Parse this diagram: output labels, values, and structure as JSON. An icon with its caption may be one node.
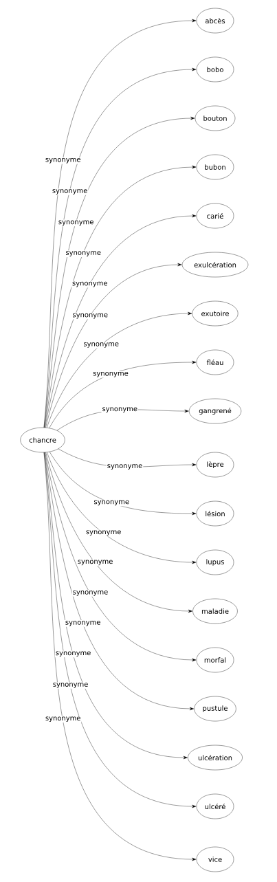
{
  "diagram": {
    "nodes": [
      {
        "text": [
          "chancre"
        ]
      },
      {
        "text": [
          "abcès"
        ]
      },
      {
        "text": [
          "bobo"
        ]
      },
      {
        "text": [
          "bouton"
        ]
      },
      {
        "text": [
          "bubon"
        ]
      },
      {
        "text": [
          "carié"
        ]
      },
      {
        "text": [
          "exulcération"
        ]
      },
      {
        "text": [
          "exutoire"
        ]
      },
      {
        "text": [
          "fléau"
        ]
      },
      {
        "text": [
          "gangrené"
        ]
      },
      {
        "text": [
          "lèpre"
        ]
      },
      {
        "text": [
          "lésion"
        ]
      },
      {
        "text": [
          "lupus"
        ]
      },
      {
        "text": [
          "maladie"
        ]
      },
      {
        "text": [
          "morfal"
        ]
      },
      {
        "text": [
          "pustule"
        ]
      },
      {
        "text": [
          "ulcération"
        ]
      },
      {
        "text": [
          "ulcéré"
        ]
      },
      {
        "text": [
          "vice"
        ]
      }
    ],
    "edges": [
      {
        "from": 0,
        "to": 1,
        "arrow": "to",
        "label": "synonyme"
      },
      {
        "from": 0,
        "to": 2,
        "arrow": "to",
        "label": "synonyme"
      },
      {
        "from": 0,
        "to": 3,
        "arrow": "to",
        "label": "synonyme"
      },
      {
        "from": 0,
        "to": 4,
        "arrow": "to",
        "label": "synonyme"
      },
      {
        "from": 0,
        "to": 5,
        "arrow": "to",
        "label": "synonyme"
      },
      {
        "from": 0,
        "to": 6,
        "arrow": "to",
        "label": "synonyme"
      },
      {
        "from": 0,
        "to": 7,
        "arrow": "to",
        "label": "synonyme"
      },
      {
        "from": 0,
        "to": 8,
        "arrow": "to",
        "label": "synonyme"
      },
      {
        "from": 0,
        "to": 9,
        "arrow": "to",
        "label": "synonyme"
      },
      {
        "from": 0,
        "to": 10,
        "arrow": "to",
        "label": "synonyme"
      },
      {
        "from": 0,
        "to": 11,
        "arrow": "to",
        "label": "synonyme"
      },
      {
        "from": 0,
        "to": 12,
        "arrow": "to",
        "label": "synonyme"
      },
      {
        "from": 0,
        "to": 13,
        "arrow": "to",
        "label": "synonyme"
      },
      {
        "from": 0,
        "to": 14,
        "arrow": "to",
        "label": "synonyme"
      },
      {
        "from": 0,
        "to": 15,
        "arrow": "to",
        "label": "synonyme"
      },
      {
        "from": 0,
        "to": 16,
        "arrow": "to",
        "label": "synonyme"
      },
      {
        "from": 0,
        "to": 17,
        "arrow": "to",
        "label": "synonyme"
      },
      {
        "from": 0,
        "to": 18,
        "arrow": "to",
        "label": "synonyme"
      }
    ]
  }
}
